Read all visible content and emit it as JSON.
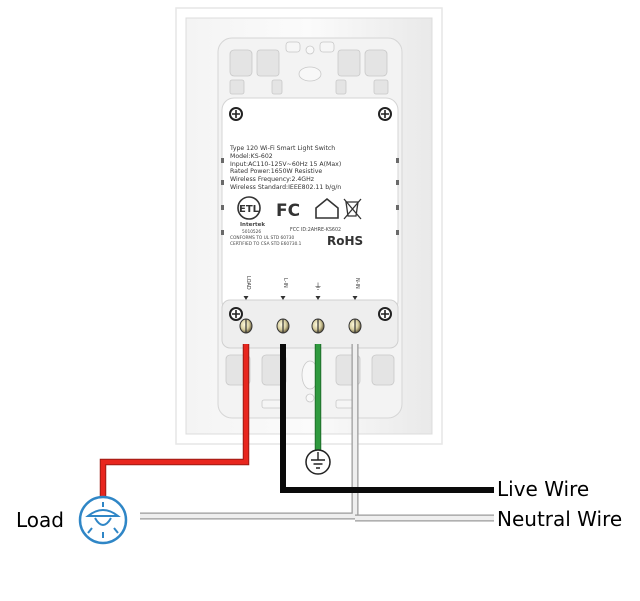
{
  "title": "Smart Light Switch Wiring Diagram",
  "label": {
    "lines": [
      "Type 120 Wi-Fi Smart Light Switch",
      "Model:KS-602",
      "Input:AC110-125V~60Hz 15 A(Max)",
      "Rated Power:1650W Resistive",
      "Wireless Frequency:2.4GHz",
      "Wireless Standard:IEEE802.11 b/g/n"
    ],
    "etl_mark": "ETL",
    "etl_c": "c",
    "etl_us": "us",
    "intertek": "Intertek",
    "intertek_no": "5010526",
    "conforms": "CONFORMS TO UL STD 60730",
    "certified": "CERTIFIED TO CSA STD E60730.1",
    "fcc_logo": "FC",
    "fcc_id": "FCC ID:2AHRE-KS602",
    "rohs": "RoHS",
    "icons": [
      "etl-listed-icon",
      "fcc-icon",
      "indoor-use-house-icon",
      "weee-crossed-bin-icon"
    ]
  },
  "terminals": [
    {
      "label": "LOAD",
      "wire_color": "#e8261e"
    },
    {
      "label": "L-IN",
      "wire_color": "#0a0a0a"
    },
    {
      "label": "⏚",
      "wire_color": "#2f9a3e"
    },
    {
      "label": "N-IN",
      "wire_color": "#e9e9e9"
    }
  ],
  "annotations": {
    "load": "Load",
    "live_wire": "Live Wire",
    "neutral_wire": "Neutral Wire"
  },
  "colors": {
    "load_wire": "#e8261e",
    "live_wire": "#0a0a0a",
    "ground_wire": "#2f9a3e",
    "neutral_wire": "#e9e9e9",
    "bulb_icon": "#2f86c6"
  }
}
